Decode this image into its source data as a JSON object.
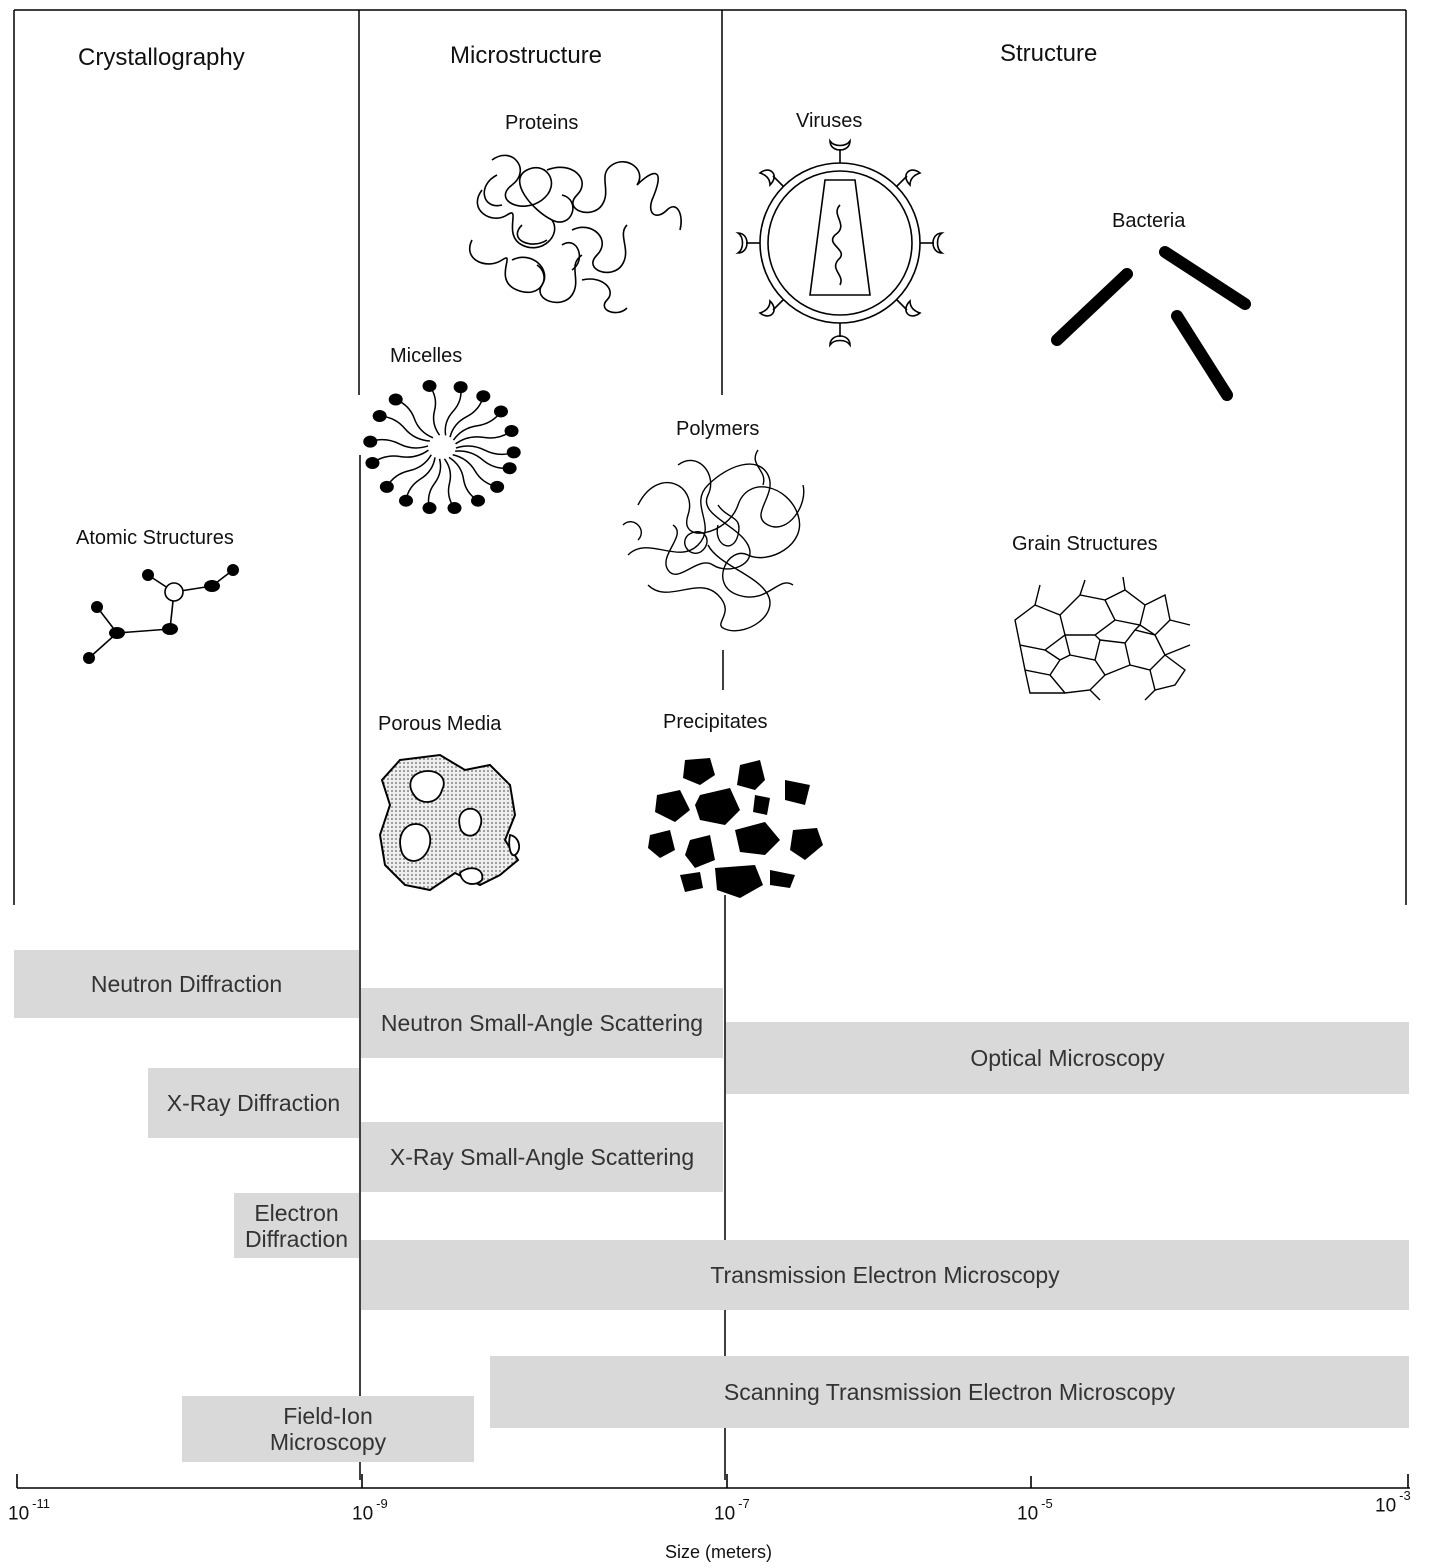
{
  "regions": {
    "crystallography": "Crystallography",
    "microstructure": "Microstructure",
    "structure": "Structure"
  },
  "structures": {
    "proteins": "Proteins",
    "viruses": "Viruses",
    "bacteria": "Bacteria",
    "micelles": "Micelles",
    "polymers": "Polymers",
    "atomic": "Atomic Structures",
    "grain": "Grain Structures",
    "porous": "Porous Media",
    "precipitates": "Precipitates"
  },
  "techniques": {
    "neutron_diffraction": "Neutron Diffraction",
    "neutron_sas": "Neutron Small-Angle Scattering",
    "optical": "Optical Microscopy",
    "xray_diffraction": "X-Ray Diffraction",
    "xray_sas": "X-Ray Small-Angle Scattering",
    "electron_diffraction": "Electron Diffraction",
    "tem": "Transmission Electron Microscopy",
    "stem": "Scanning Transmission Electron Microscopy",
    "field_ion": "Field-Ion Microscopy"
  },
  "axis": {
    "label": "Size (meters)",
    "ticks": [
      {
        "base": "10",
        "exp": "-11"
      },
      {
        "base": "10",
        "exp": "-9"
      },
      {
        "base": "10",
        "exp": "-7"
      },
      {
        "base": "10",
        "exp": "-5"
      },
      {
        "base": "10",
        "exp": "-3"
      }
    ]
  }
}
